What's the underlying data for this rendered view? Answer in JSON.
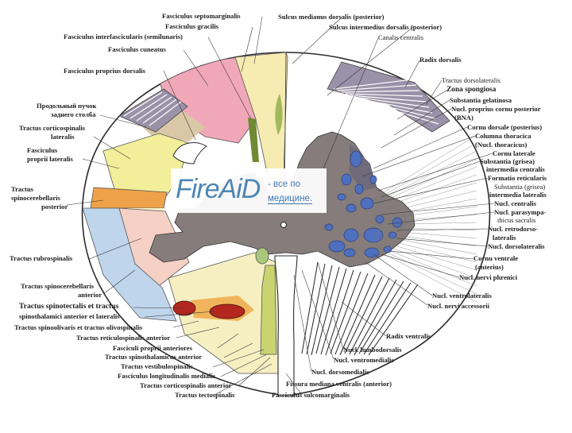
{
  "labels": {
    "l01": "Fasciculus septomarginalis",
    "l02": "Fasciculus gracilis",
    "l03": "Fasciculus interfascicularis (semilunaris)",
    "l04": "Fasciculus cuneatus",
    "l05": "Fasciculus proprius dorsalis",
    "l06": "Продольный пучок",
    "l07": "заднего столба",
    "l08": "Tractus corticospinalis",
    "l09": "lateralis",
    "l10": "Fasciculus",
    "l11": "proprii lateralis",
    "l12": "Tractus",
    "l13": "spinocerebellaris",
    "l14": "posterior",
    "l15": "Tractus rubrospinalis",
    "l16": "Tractus spinocerebellaris",
    "l17": "anterior",
    "l18": "Tractus spinotectalis et tractus",
    "l19": "spinothalamici anterior et lateralis",
    "l20": "Tractus spinoolivaris et tractus olivospinalis",
    "l21": "Tractus reticulospinalis anterior",
    "l22": "Fasciculi proprii anteriores",
    "l23": "Tractus spinothalamicus anterior",
    "l24": "Tractus vestibulospinalis",
    "l25": "Fasciculus longitudinalis medialis",
    "l26": "Tractus corticospinalis anterior",
    "l27": "Tractus tectospinalis",
    "l28": "Fasciculus sulcomarginalis",
    "r01": "Sulcus medianus dorsalis (posterior)",
    "r02": "Sulcus intermedius dorsalis (posterior)",
    "r03": "Canalis centralis",
    "r04": "Radix dorsalis",
    "r05": "Tractus dorsolateralis",
    "r06": "Zona spongiosa",
    "r07": "Substantia gelatinosa",
    "r08": "Nucl. proprius cornu posterior",
    "r09": "(BNA)",
    "r10": "Cornu dorsale (posterius)",
    "r11": "Columna thoracica",
    "r12": "(Nucl. thoracicus)",
    "r13": "Cornu laterale",
    "r14": "Substantia (grisea)",
    "r15": "intermedia centralis",
    "r16": "Formatio reticularis",
    "r17": "Substantia (grisea)",
    "r18": "intermedia lateralis",
    "r19": "Nucl. centralis",
    "r20": "Nucl. parasympa-",
    "r21": "thicus sacralis",
    "r22": "Nucl. retrodorso-",
    "r23": "lateralis",
    "r24": "Nucl. dorsolateralis",
    "r25": "Cornu ventrale",
    "r26": "(anterius)",
    "r27": "Nucl. nervi phrenici",
    "r28": "Nucl. ventrolateralis",
    "r29": "Nucl. nervi accessorii",
    "r30": "Radix ventralis",
    "r31": "Nucl. lumbodorsalis",
    "r32": "Nucl. ventromedialis",
    "r33": "Nucl. dorsomedialis",
    "r34": "Fissura mediana ventralis (anterior)"
  },
  "watermark": {
    "logo": "FireAiD",
    "line1": "- все по",
    "line2": "медицине."
  },
  "colors": {
    "gray_matter": "#857c7b",
    "gracilis": "#f6ebb1",
    "cuneatus": "#f0a8b8",
    "corticospinal_lateral": "#f2ee9a",
    "spinocerebellar_posterior": "#eea24a",
    "spinocerebellar_anterior": "#bfd5ec",
    "rubrospinal": "#f5d0c4",
    "anterior_funiculus": "#f5efc2",
    "dorsal_root": "#9a92a8",
    "nuclei": "#4f6fbf",
    "spinothalamic": "#b3271e",
    "corticospinal_anterior": "#c9d470",
    "tract_olive": "#5b7a2a"
  }
}
